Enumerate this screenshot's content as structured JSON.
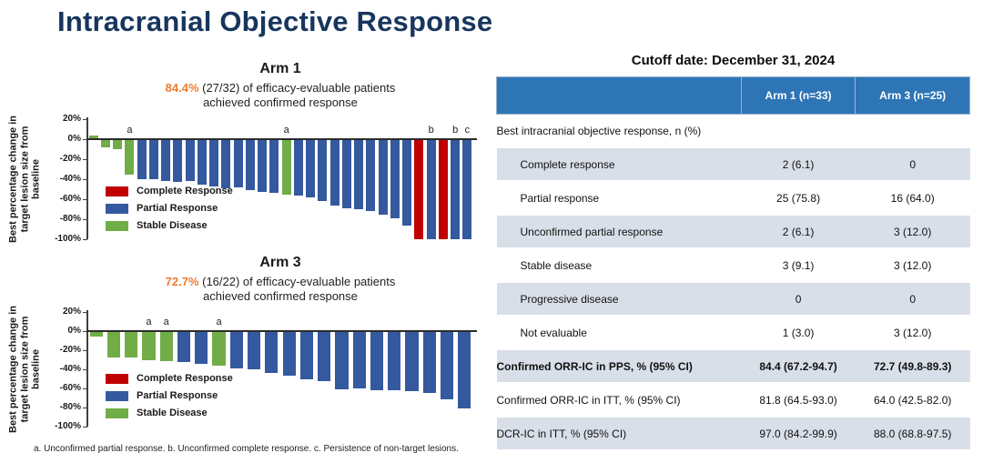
{
  "slide_title": "Intracranial Objective Response",
  "colors": {
    "cr": "#C00000",
    "pr": "#35599E",
    "sd": "#70AD47",
    "accent_orange": "#ED7D31",
    "title_navy": "#17365D",
    "table_header_blue": "#2E75B6",
    "row_shade": "#D9DFE8"
  },
  "footnote": "a. Unconfirmed partial response. b. Unconfirmed complete response. c. Persistence of non-target lesions.",
  "chart_data": [
    {
      "type": "bar",
      "subtype": "waterfall",
      "title": "Arm 1",
      "highlight_pct": "84.4%",
      "subtitle_rest": " (27/32) of efficacy-evaluable patients",
      "subtitle_line2": "achieved confirmed response",
      "ylabel": "Best percentage change in target lesion size from baseline",
      "xlabel": "",
      "ylim": [
        -100,
        20
      ],
      "grid": false,
      "legend_position": "inside-lower-left",
      "yticks": [
        {
          "label": "20%",
          "v": 20
        },
        {
          "label": "0%",
          "v": 0
        },
        {
          "label": "-20%",
          "v": -20
        },
        {
          "label": "-40%",
          "v": -40
        },
        {
          "label": "-60%",
          "v": -60
        },
        {
          "label": "-80%",
          "v": -80
        },
        {
          "label": "-100%",
          "v": -100
        }
      ],
      "legend": [
        {
          "key": "cr",
          "label": "Complete Response"
        },
        {
          "key": "pr",
          "label": "Partial Response"
        },
        {
          "key": "sd",
          "label": "Stable Disease"
        }
      ],
      "bars": [
        {
          "v": 4,
          "c": "sd"
        },
        {
          "v": -8,
          "c": "sd"
        },
        {
          "v": -10,
          "c": "sd"
        },
        {
          "v": -35,
          "c": "sd",
          "l": "a"
        },
        {
          "v": -40,
          "c": "pr"
        },
        {
          "v": -40,
          "c": "pr"
        },
        {
          "v": -42,
          "c": "pr"
        },
        {
          "v": -43,
          "c": "pr"
        },
        {
          "v": -42,
          "c": "pr"
        },
        {
          "v": -45,
          "c": "pr"
        },
        {
          "v": -47,
          "c": "pr"
        },
        {
          "v": -49,
          "c": "pr"
        },
        {
          "v": -48,
          "c": "pr"
        },
        {
          "v": -51,
          "c": "pr"
        },
        {
          "v": -53,
          "c": "pr"
        },
        {
          "v": -54,
          "c": "pr"
        },
        {
          "v": -55,
          "c": "sd",
          "l": "a"
        },
        {
          "v": -56,
          "c": "pr"
        },
        {
          "v": -58,
          "c": "pr"
        },
        {
          "v": -62,
          "c": "pr"
        },
        {
          "v": -66,
          "c": "pr"
        },
        {
          "v": -69,
          "c": "pr"
        },
        {
          "v": -70,
          "c": "pr"
        },
        {
          "v": -72,
          "c": "pr"
        },
        {
          "v": -75,
          "c": "pr"
        },
        {
          "v": -79,
          "c": "pr"
        },
        {
          "v": -86,
          "c": "pr"
        },
        {
          "v": -100,
          "c": "cr"
        },
        {
          "v": -100,
          "c": "pr",
          "l": "b"
        },
        {
          "v": -100,
          "c": "cr"
        },
        {
          "v": -100,
          "c": "pr",
          "l": "b"
        },
        {
          "v": -100,
          "c": "pr",
          "l": "c"
        }
      ]
    },
    {
      "type": "bar",
      "subtype": "waterfall",
      "title": "Arm 3",
      "highlight_pct": "72.7%",
      "subtitle_rest": " (16/22) of efficacy-evaluable patients",
      "subtitle_line2": "achieved confirmed response",
      "ylabel": "Best percentage change in target lesion size from baseline",
      "xlabel": "",
      "ylim": [
        -100,
        20
      ],
      "grid": false,
      "legend_position": "inside-lower-left",
      "yticks": [
        {
          "label": "20%",
          "v": 20
        },
        {
          "label": "0%",
          "v": 0
        },
        {
          "label": "-20%",
          "v": -20
        },
        {
          "label": "-40%",
          "v": -40
        },
        {
          "label": "-60%",
          "v": -60
        },
        {
          "label": "-80%",
          "v": -80
        },
        {
          "label": "-100%",
          "v": -100
        }
      ],
      "legend": [
        {
          "key": "cr",
          "label": "Complete Response"
        },
        {
          "key": "pr",
          "label": "Partial Response"
        },
        {
          "key": "sd",
          "label": "Stable Disease"
        }
      ],
      "bars": [
        {
          "v": -6,
          "c": "sd"
        },
        {
          "v": -28,
          "c": "sd"
        },
        {
          "v": -28,
          "c": "sd"
        },
        {
          "v": -30,
          "c": "sd",
          "l": "a"
        },
        {
          "v": -31,
          "c": "sd",
          "l": "a"
        },
        {
          "v": -32,
          "c": "pr"
        },
        {
          "v": -34,
          "c": "pr"
        },
        {
          "v": -36,
          "c": "sd",
          "l": "a"
        },
        {
          "v": -39,
          "c": "pr"
        },
        {
          "v": -40,
          "c": "pr"
        },
        {
          "v": -44,
          "c": "pr"
        },
        {
          "v": -47,
          "c": "pr"
        },
        {
          "v": -50,
          "c": "pr"
        },
        {
          "v": -52,
          "c": "pr"
        },
        {
          "v": -61,
          "c": "pr"
        },
        {
          "v": -60,
          "c": "pr"
        },
        {
          "v": -62,
          "c": "pr"
        },
        {
          "v": -62,
          "c": "pr"
        },
        {
          "v": -63,
          "c": "pr"
        },
        {
          "v": -65,
          "c": "pr"
        },
        {
          "v": -71,
          "c": "pr"
        },
        {
          "v": -81,
          "c": "pr"
        }
      ]
    }
  ],
  "table": {
    "cutoff_title": "Cutoff date: December 31, 2024",
    "columns": [
      "",
      "Arm 1 (n=33)",
      "Arm 3 (n=25)"
    ],
    "rows": [
      {
        "label": "Best intracranial objective response, n (%)",
        "arm1": "",
        "arm3": "",
        "shade": false,
        "indent": false,
        "bold": false
      },
      {
        "label": "Complete response",
        "arm1": "2 (6.1)",
        "arm3": "0",
        "shade": true,
        "indent": true,
        "bold": false
      },
      {
        "label": "Partial response",
        "arm1": "25 (75.8)",
        "arm3": "16 (64.0)",
        "shade": false,
        "indent": true,
        "bold": false
      },
      {
        "label": "Unconfirmed partial response",
        "arm1": "2 (6.1)",
        "arm3": "3 (12.0)",
        "shade": true,
        "indent": true,
        "bold": false
      },
      {
        "label": "Stable disease",
        "arm1": "3 (9.1)",
        "arm3": "3 (12.0)",
        "shade": false,
        "indent": true,
        "bold": false
      },
      {
        "label": "Progressive disease",
        "arm1": "0",
        "arm3": "0",
        "shade": true,
        "indent": true,
        "bold": false
      },
      {
        "label": "Not evaluable",
        "arm1": "1 (3.0)",
        "arm3": "3 (12.0)",
        "shade": false,
        "indent": true,
        "bold": false
      },
      {
        "label": "Confirmed ORR-IC in PPS, % (95% CI)",
        "arm1": "84.4 (67.2-94.7)",
        "arm3": "72.7 (49.8-89.3)",
        "shade": true,
        "indent": false,
        "bold": true
      },
      {
        "label": "Confirmed ORR-IC in ITT, % (95% CI)",
        "arm1": "81.8 (64.5-93.0)",
        "arm3": "64.0 (42.5-82.0)",
        "shade": false,
        "indent": false,
        "bold": false
      },
      {
        "label": "DCR-IC in ITT, % (95% CI)",
        "arm1": "97.0 (84.2-99.9)",
        "arm3": "88.0 (68.8-97.5)",
        "shade": true,
        "indent": false,
        "bold": false
      }
    ]
  }
}
